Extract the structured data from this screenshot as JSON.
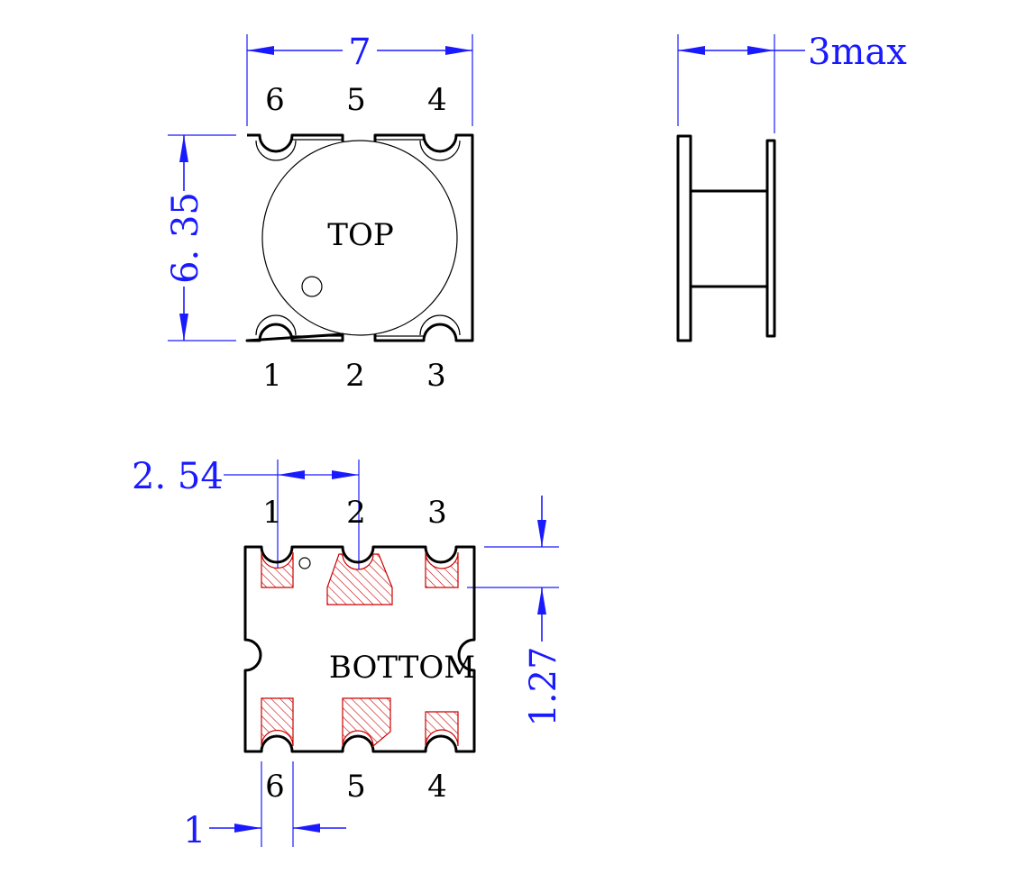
{
  "top_view": {
    "width_dim": "7",
    "height_dim": "6. 35",
    "label": "TOP",
    "pins_top": [
      "6",
      "5",
      "4"
    ],
    "pins_bottom": [
      "1",
      "2",
      "3"
    ]
  },
  "side_view": {
    "height_dim": "3max"
  },
  "bottom_view": {
    "pitch_dim": "2. 54",
    "pad_height_dim": "1.27",
    "pad_width_dim": "1",
    "label": "BOTTOM",
    "pins_top": [
      "1",
      "2",
      "3"
    ],
    "pins_bottom": [
      "6",
      "5",
      "4"
    ]
  },
  "colors": {
    "dimension": "#1a1aff",
    "outline": "#000000",
    "pad_hatch": "#cc0000"
  }
}
